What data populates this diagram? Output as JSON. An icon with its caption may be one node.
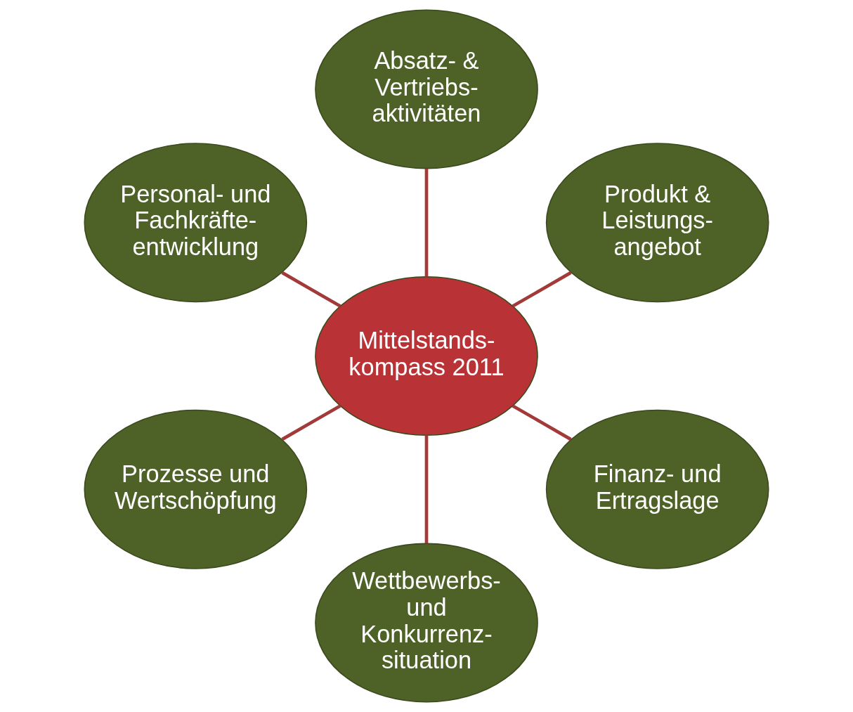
{
  "diagram": {
    "nodes": [
      {
        "text": [
          "Mittelstands- kompass 2011"
        ]
      },
      {
        "text": [
          "Produkt & Leistungs- angebot"
        ]
      },
      {
        "text": [
          "Absatz- & Vertriebs- aktivitäten"
        ]
      },
      {
        "text": [
          "Personal- und Fachkräfte- entwicklung"
        ]
      },
      {
        "text": [
          "Prozesse und Wertschöpfung"
        ]
      },
      {
        "text": [
          "Wettbewerbs- und Konkurrenz- situation"
        ]
      },
      {
        "text": [
          "Finanz- und Ertragslage"
        ]
      }
    ],
    "edges": [
      {
        "from": 0,
        "to": 1,
        "arrow": "none"
      },
      {
        "from": 0,
        "to": 2,
        "arrow": "none"
      },
      {
        "from": 0,
        "to": 3,
        "arrow": "none"
      },
      {
        "from": 0,
        "to": 4,
        "arrow": "none"
      },
      {
        "from": 0,
        "to": 5,
        "arrow": "none"
      },
      {
        "from": 0,
        "to": 6,
        "arrow": "none"
      }
    ]
  }
}
